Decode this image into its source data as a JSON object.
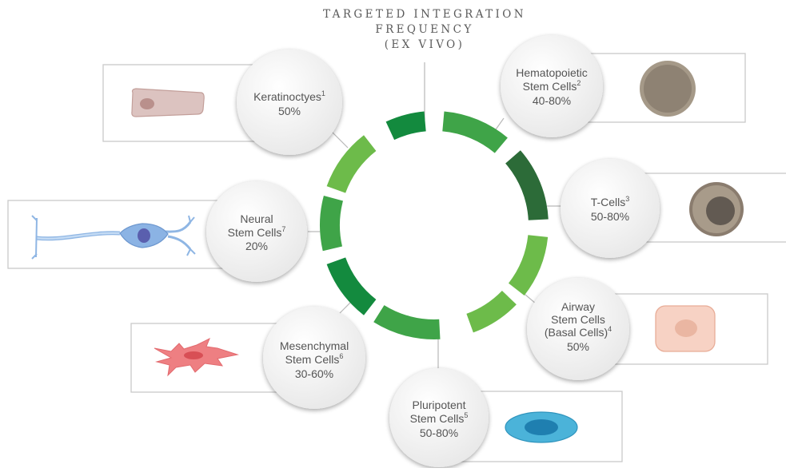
{
  "title": {
    "lines": [
      "TARGETED INTEGRATION",
      "FREQUENCY",
      "(EX VIVO)"
    ]
  },
  "colors": {
    "ring_light": "#6dbb4a",
    "ring_mid": "#3fa448",
    "ring_dark": "#138a3e",
    "ring_darker": "#2c6b38",
    "circle_fill": "#f4f4f4",
    "text": "#555555"
  },
  "cell_types": [
    {
      "name": "Keratinoctyes",
      "name2": "",
      "ref": "1",
      "freq": "50%",
      "icon": "keratinocyte-cell-icon"
    },
    {
      "name": "Hematopoietic",
      "name2": "Stem Cells",
      "ref": "2",
      "freq": "40-80%",
      "icon": "hematopoietic-cell-icon"
    },
    {
      "name": "T-Cells",
      "name2": "",
      "ref": "3",
      "freq": "50-80%",
      "icon": "t-cell-icon"
    },
    {
      "name": "Airway",
      "name2": "Stem Cells",
      "name3": "(Basal Cells)",
      "ref": "4",
      "freq": "50%",
      "icon": "basal-cell-icon"
    },
    {
      "name": "Pluripotent",
      "name2": "Stem Cells",
      "ref": "5",
      "freq": "50-80%",
      "icon": "pluripotent-cell-icon"
    },
    {
      "name": "Mesenchymal",
      "name2": "Stem Cells",
      "ref": "6",
      "freq": "30-60%",
      "icon": "mesenchymal-cell-icon"
    },
    {
      "name": "Neural",
      "name2": "Stem Cells",
      "ref": "7",
      "freq": "20%",
      "icon": "neural-cell-icon"
    }
  ]
}
